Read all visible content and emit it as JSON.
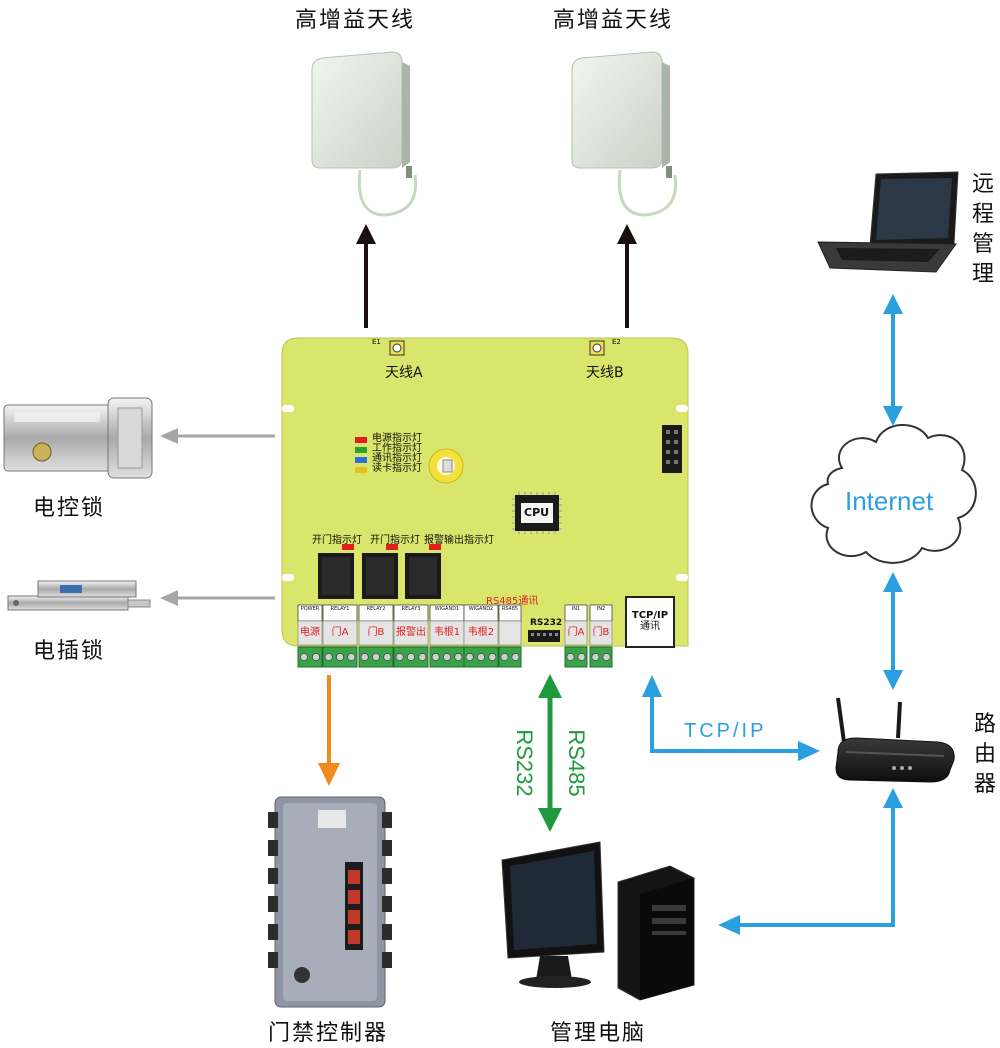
{
  "antennas": [
    {
      "title": "高增益天线"
    },
    {
      "title": "高增益天线"
    }
  ],
  "board": {
    "antenna_a": "天线A",
    "antenna_b": "天线B",
    "e1": "E1",
    "e2": "E2",
    "led_labels": [
      "电源指示灯",
      "工作指示灯",
      "通讯指示灯",
      "读卡指示灯"
    ],
    "led_colors": [
      "#e02020",
      "#2ca02c",
      "#2b6fd6",
      "#e8c020"
    ],
    "cpu": "CPU",
    "relay_indicators": [
      "开门指示灯",
      "开门指示灯",
      "报警输出指示灯"
    ],
    "rs485_header": "RS485通讯",
    "rs232": "RS232",
    "tcpip_module": {
      "line1": "TCP/IP",
      "line2": "通讯"
    },
    "terminal_tops": [
      "POWER",
      "RELAY1",
      "RELAY2",
      "RELAY3",
      "WIGAND1",
      "WIGAND2",
      "RS485",
      "IN1",
      "IN2"
    ],
    "terminal_labels": [
      "电源",
      "门A",
      "门B",
      "报警出",
      "韦根1",
      "韦根2",
      "",
      "门A",
      "门B"
    ]
  },
  "devices": {
    "electric_lock": "电控锁",
    "bolt_lock": "电插锁",
    "controller": "门禁控制器",
    "management_pc": "管理电脑",
    "remote_management": [
      "远",
      "程",
      "管",
      "理"
    ],
    "router": [
      "路",
      "由",
      "器"
    ],
    "internet": "Internet"
  },
  "links": {
    "rs485": "RS485",
    "rs232": "RS232",
    "tcpip": "TCP/IP"
  },
  "colors": {
    "board": "#d9e66b",
    "arrow_dark": "#1a0f0f",
    "arrow_gray": "#a6a6a6",
    "arrow_orange": "#f08a1c",
    "arrow_green": "#1e9a3c",
    "arrow_blue": "#2b9fe0",
    "terminal_green": "#3aa34a",
    "label_red": "#e02020"
  }
}
